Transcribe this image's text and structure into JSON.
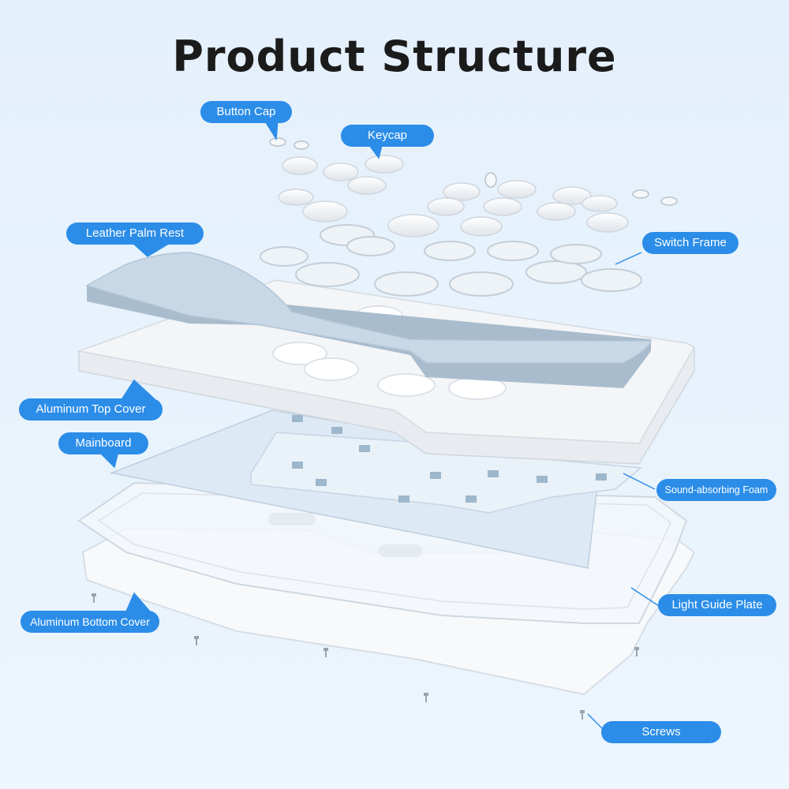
{
  "title": "Product Structure",
  "labels": {
    "button_cap": "Button Cap",
    "keycap": "Keycap",
    "leather_palm_rest": "Leather Palm Rest",
    "switch_frame": "Switch Frame",
    "aluminum_top_cover": "Aluminum Top Cover",
    "mainboard": "Mainboard",
    "sound_absorbing_foam": "Sound-absorbing Foam",
    "light_guide_plate": "Light Guide Plate",
    "aluminum_bottom_cover": "Aluminum Bottom Cover",
    "screws": "Screws"
  },
  "colors": {
    "label_bg": "#2b8de8",
    "label_text": "#ffffff",
    "palm_rest": "#c9d8e6",
    "top_cover": "#f2f4f6",
    "mainboard": "#dbe8f4",
    "background": "#e6f1fb"
  }
}
